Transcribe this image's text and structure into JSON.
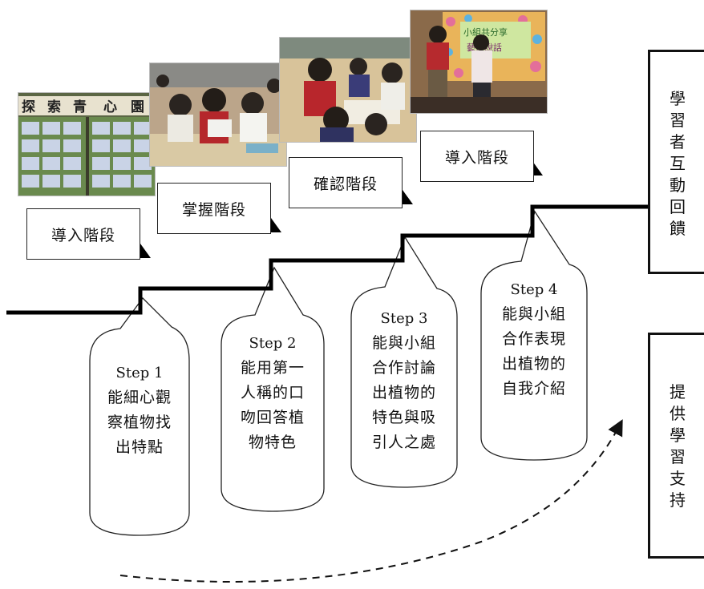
{
  "phases": [
    {
      "label": "導入階段"
    },
    {
      "label": "掌握階段"
    },
    {
      "label": "確認階段"
    },
    {
      "label": "導入階段"
    }
  ],
  "steps": [
    {
      "head": "Step 1",
      "lines": [
        "能細心觀",
        "察植物找",
        "出特點"
      ]
    },
    {
      "head": "Step 2",
      "lines": [
        "能用第一",
        "人稱的口",
        "吻回答植",
        "物特色"
      ]
    },
    {
      "head": "Step 3",
      "lines": [
        "能與小組",
        "合作討論",
        "出植物的",
        "特色與吸",
        "引人之處"
      ]
    },
    {
      "head": "Step 4",
      "lines": [
        "能與小組",
        "合作表現",
        "出植物的",
        "自我介紹"
      ]
    }
  ],
  "side_labels": {
    "top": [
      "學",
      "習",
      "者",
      "互",
      "動",
      "回",
      "饋"
    ],
    "bottom": [
      "提",
      "供",
      "學",
      "習",
      "支",
      "持"
    ]
  },
  "photos": {
    "photo1_banner": [
      "探",
      "索",
      "青",
      "心",
      "園"
    ],
    "photo4_board": [
      "小組共分享",
      "藝術說話"
    ]
  }
}
